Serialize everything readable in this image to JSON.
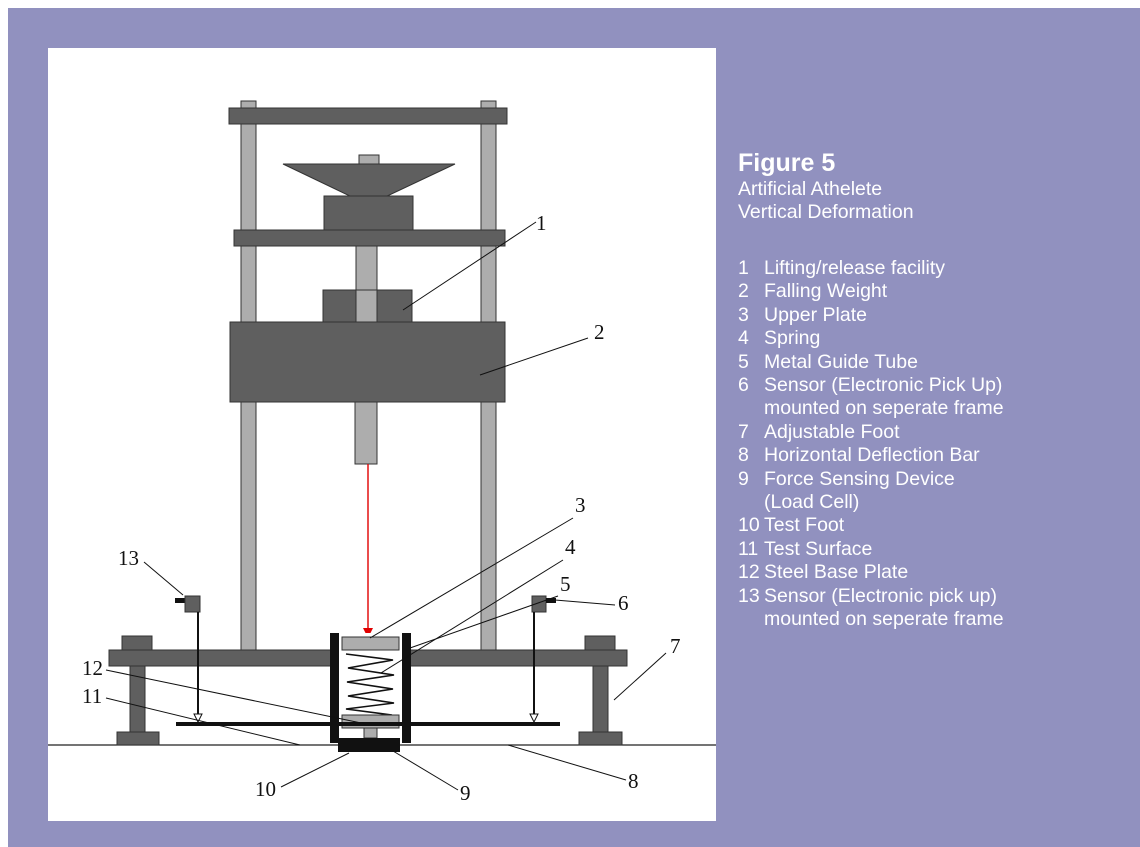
{
  "caption": {
    "figure_label": "Figure 5",
    "subtitle_line1": "Artificial Athelete",
    "subtitle_line2": "Vertical Deformation"
  },
  "legend": [
    {
      "num": "1",
      "text": "Lifting/release facility"
    },
    {
      "num": "2",
      "text": "Falling Weight"
    },
    {
      "num": "3",
      "text": "Upper Plate"
    },
    {
      "num": "4",
      "text": "Spring"
    },
    {
      "num": "5",
      "text": "Metal Guide Tube"
    },
    {
      "num": "6",
      "text": "Sensor (Electronic Pick Up)",
      "text2": "mounted on seperate frame"
    },
    {
      "num": "7",
      "text": "Adjustable Foot"
    },
    {
      "num": "8",
      "text": "Horizontal Deflection Bar"
    },
    {
      "num": "9",
      "text": "Force Sensing Device",
      "text2": "(Load Cell)"
    },
    {
      "num": "10",
      "text": "Test Foot"
    },
    {
      "num": "11",
      "text": "Test Surface"
    },
    {
      "num": "12",
      "text": "Steel Base Plate"
    },
    {
      "num": "13",
      "text": "Sensor (Electronic pick up)",
      "text2": "mounted on seperate frame"
    }
  ],
  "diagram_labels": {
    "l1": "1",
    "l2": "2",
    "l3": "3",
    "l4": "4",
    "l5": "5",
    "l6": "6",
    "l7": "7",
    "l8": "8",
    "l9": "9",
    "l10": "10",
    "l11": "11",
    "l12": "12",
    "l13": "13"
  },
  "colors": {
    "background": "#9191bf",
    "panel": "#ffffff",
    "part_dark": "#5f5f5f",
    "part_light": "#adadad",
    "laser": "#e00000"
  }
}
